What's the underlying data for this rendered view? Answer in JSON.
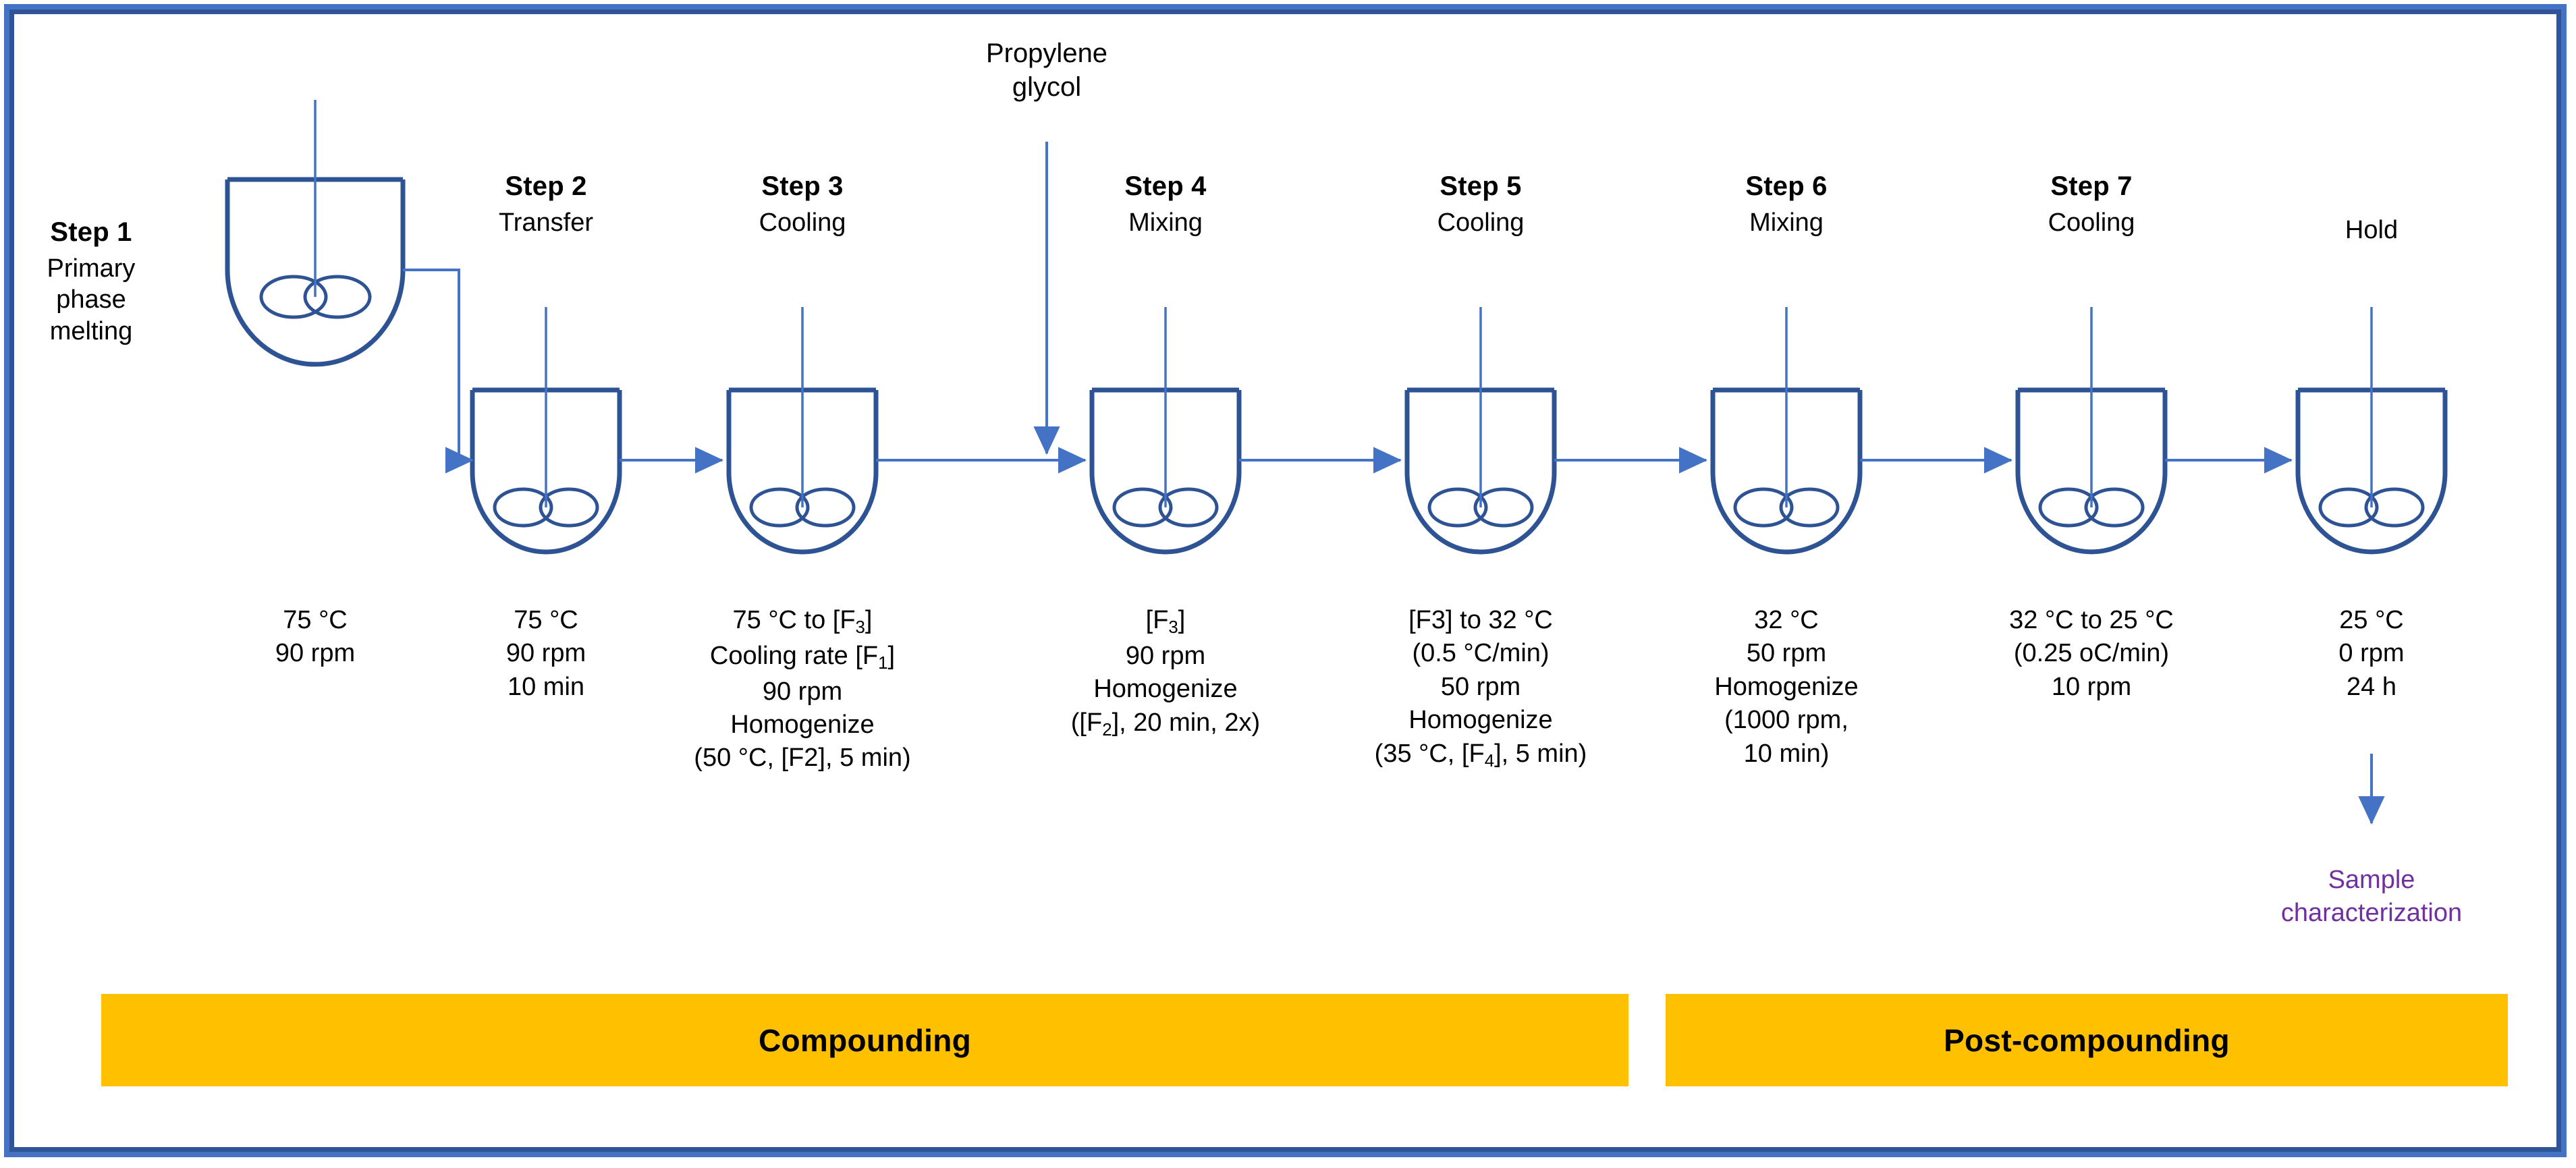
{
  "colors": {
    "frame_outer": "#4472C4",
    "frame_inner": "#2F5597",
    "vessel_stroke": "#2E5395",
    "flow_line": "#4472C4",
    "banner_fill": "#FFC000",
    "outcome_text": "#7030A0",
    "text": "#000000"
  },
  "feed": {
    "label_line1": "Propylene",
    "label_line2": "glycol"
  },
  "steps": [
    {
      "id": "step-1",
      "number": "Step 1",
      "descriptor_line1": "Primary",
      "descriptor_line2": "phase",
      "descriptor_line3": "melting",
      "params": [
        "75 °C",
        "90 rpm"
      ]
    },
    {
      "id": "step-2",
      "number": "Step 2",
      "descriptor": "Transfer",
      "params": [
        "75 °C",
        "90 rpm",
        "10 min"
      ]
    },
    {
      "id": "step-3",
      "number": "Step 3",
      "descriptor": "Cooling",
      "params": [
        "75 °C to [F3]",
        "Cooling rate [F1]",
        "90 rpm",
        "Homogenize",
        "(50 °C, [F2], 5 min)"
      ],
      "params_html": [
        "75 °C to [F<sub>3</sub>]",
        "Cooling rate [F<sub>1</sub>]",
        "90 rpm",
        "Homogenize",
        "(50 °C, [F2], 5 min)"
      ]
    },
    {
      "id": "step-4",
      "number": "Step 4",
      "descriptor": "Mixing",
      "params": [
        "[F3]",
        "90 rpm",
        "Homogenize",
        "([F2], 20 min, 2x)"
      ],
      "params_html": [
        "[F<sub>3</sub>]",
        "90 rpm",
        "Homogenize",
        "([F<sub>2</sub>], 20 min, 2x)"
      ]
    },
    {
      "id": "step-5",
      "number": "Step 5",
      "descriptor": "Cooling",
      "params": [
        "[F3] to 32 °C",
        "(0.5 °C/min)",
        "50 rpm",
        "Homogenize",
        "(35 °C, [F4], 5 min)"
      ],
      "params_html": [
        "[F3] to 32 °C",
        "(0.5 °C/min)",
        "50 rpm",
        "Homogenize",
        "(35 °C, [F<sub>4</sub>], 5 min)"
      ]
    },
    {
      "id": "step-6",
      "number": "Step 6",
      "descriptor": "Mixing",
      "params": [
        "32 °C",
        "50 rpm",
        "Homogenize",
        "(1000 rpm,",
        "10 min)"
      ]
    },
    {
      "id": "step-7",
      "number": "Step 7",
      "descriptor": "Cooling",
      "params": [
        "32 °C to 25 °C",
        "(0.25 oC/min)",
        "10 rpm"
      ]
    },
    {
      "id": "hold",
      "number": "",
      "descriptor": "Hold",
      "params": [
        "25 °C",
        "0 rpm",
        "24 h"
      ]
    }
  ],
  "outcome": {
    "line1": "Sample",
    "line2": "characterization"
  },
  "banners": [
    {
      "id": "compounding",
      "label": "Compounding"
    },
    {
      "id": "post-compounding",
      "label": "Post-compounding"
    }
  ]
}
